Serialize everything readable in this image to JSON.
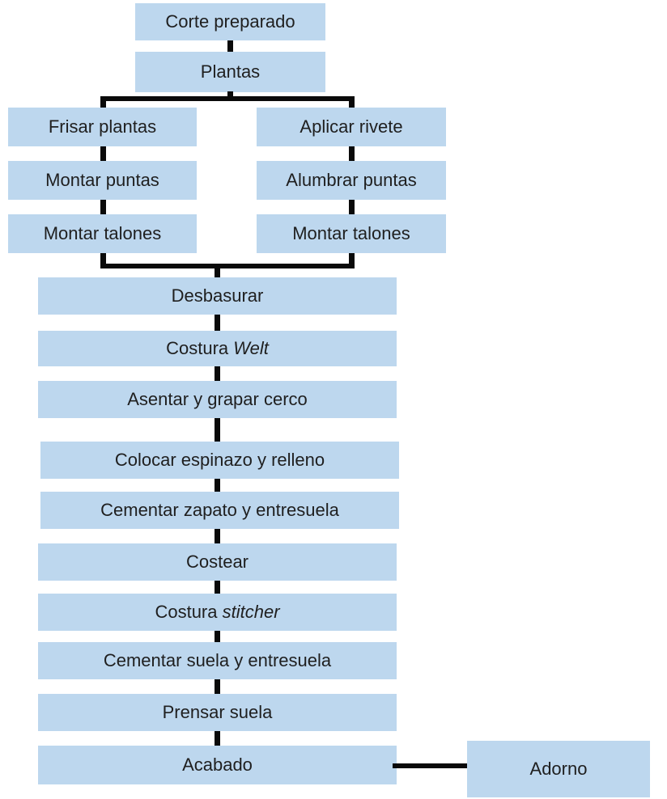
{
  "diagram": {
    "type": "flowchart",
    "colors": {
      "box_fill": "#BDD7EE",
      "edge_color": "#0a0a0a",
      "text_color": "#1f1f1f",
      "background": "#ffffff"
    },
    "nodes": {
      "corte_preparado": {
        "label": "Corte preparado"
      },
      "plantas": {
        "label": "Plantas"
      },
      "frisar_plantas": {
        "label": "Frisar plantas"
      },
      "montar_puntas": {
        "label": "Montar puntas"
      },
      "montar_talones_left": {
        "label": "Montar talones"
      },
      "aplicar_rivete": {
        "label": "Aplicar rivete"
      },
      "alumbrar_puntas": {
        "label": "Alumbrar puntas"
      },
      "montar_talones_right": {
        "label": "Montar talones"
      },
      "desbasurar": {
        "label": "Desbasurar"
      },
      "costura_welt": {
        "prefix": "Costura",
        "italic": "Welt"
      },
      "asentar_grapar_cerco": {
        "label": "Asentar y grapar cerco"
      },
      "colocar_espinazo": {
        "label": "Colocar espinazo y relleno"
      },
      "cementar_zapato": {
        "label": "Cementar zapato y entresuela"
      },
      "costear": {
        "label": "Costear"
      },
      "costura_stitcher": {
        "prefix": "Costura",
        "italic": "stitcher"
      },
      "cementar_suela": {
        "label": "Cementar suela y entresuela"
      },
      "prensar_suela": {
        "label": "Prensar suela"
      },
      "acabado": {
        "label": "Acabado"
      },
      "adorno": {
        "label": "Adorno"
      }
    }
  }
}
